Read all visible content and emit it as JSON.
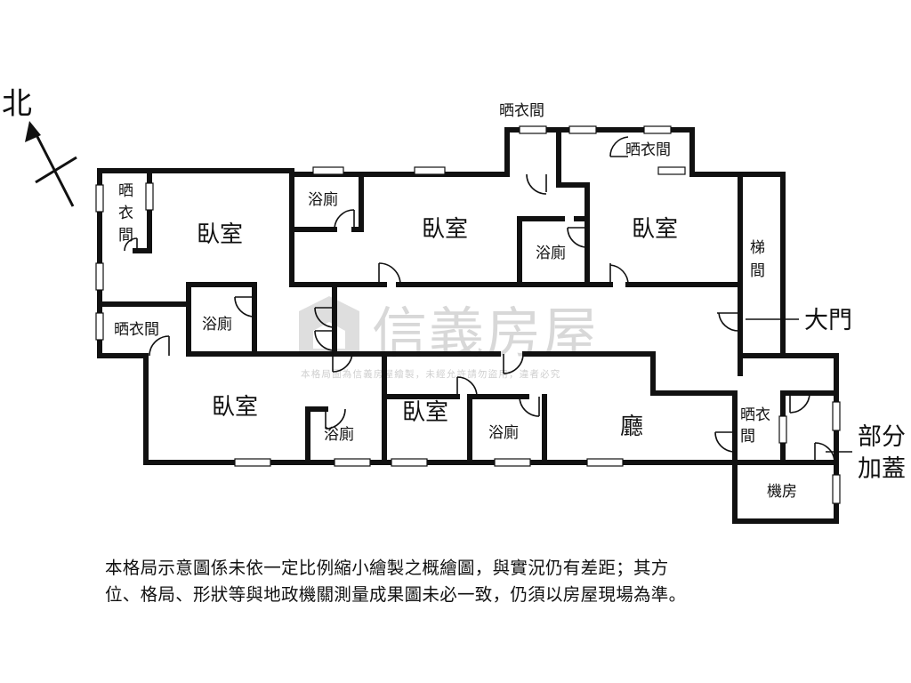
{
  "compass": {
    "north_label": "北"
  },
  "rooms": {
    "bedroom_1": "臥室",
    "bedroom_2": "臥室",
    "bedroom_3": "臥室",
    "bedroom_4": "臥室",
    "bedroom_5": "臥室",
    "laundry_top": "晒衣間",
    "laundry_top_right": "晒衣間",
    "laundry_left_vertical": "晒衣間",
    "laundry_left": "晒衣間",
    "laundry_bottom_right": "晒衣間",
    "bath_1": "浴廁",
    "bath_2": "浴廁",
    "bath_3": "浴廁",
    "bath_4": "浴廁",
    "bath_5": "浴廁",
    "stairwell": "梯間",
    "living_room": "廳",
    "machine_room": "機房"
  },
  "callouts": {
    "main_door": "大門",
    "partial_addition_line1": "部分",
    "partial_addition_line2": "加蓋"
  },
  "watermark": {
    "brand": "信義房屋",
    "notice": "本格局圖為信義房屋繪製，未經允許請勿盜用，違者必究"
  },
  "disclaimer": {
    "line1": "本格局示意圖係未依一定比例縮小繪製之概繪圖，與實況仍有差距；其方",
    "line2": "位、格局、形狀等與地政機關測量成果圖未必一致，仍須以房屋現場為準。"
  },
  "colors": {
    "wall": "#111111",
    "watermark": "#d4d4d4"
  }
}
